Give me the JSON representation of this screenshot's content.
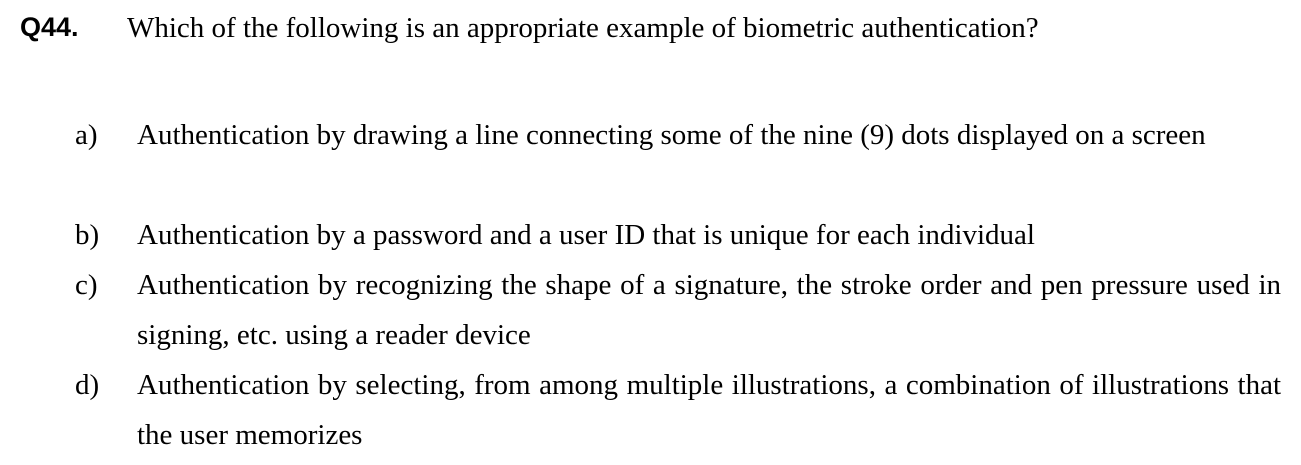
{
  "question": {
    "number": "Q44.",
    "text": "Which of the following is an appropriate example of biometric authentication?"
  },
  "options": [
    {
      "label": "a)",
      "text": "Authentication by drawing a line connecting some of the nine (9) dots displayed on a screen"
    },
    {
      "label": "b)",
      "text": "Authentication by a password and a user ID that is unique for each individual"
    },
    {
      "label": "c)",
      "text": "Authentication by recognizing the shape of a signature, the stroke order and pen pressure used in signing, etc. using a reader device"
    },
    {
      "label": "d)",
      "text": "Authentication by selecting, from among multiple illustrations, a combination of illustrations that the user memorizes"
    }
  ]
}
